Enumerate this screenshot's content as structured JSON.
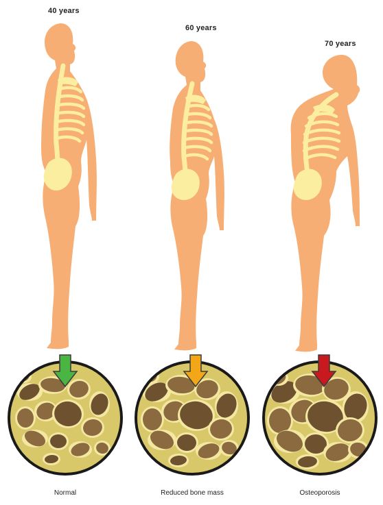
{
  "stages": [
    {
      "age_label": "40 years",
      "caption": "Normal",
      "arrow_color": "#4bb543"
    },
    {
      "age_label": "60 years",
      "caption": "Reduced bone mass",
      "arrow_color": "#f2a618"
    },
    {
      "age_label": "70 years",
      "caption": "Osteoporosis",
      "arrow_color": "#c8191e"
    }
  ],
  "colors": {
    "body": "#f7ae74",
    "body_shade": "#eba06a",
    "bone": "#fbeea0",
    "bone_line": "#ead77a",
    "cavity": "#8a6a3e",
    "cavity_dark": "#6e5230",
    "bone_tissue": "#d8c86a",
    "bone_highlight": "#f3e7a2",
    "ring": "#1a1a1a"
  }
}
